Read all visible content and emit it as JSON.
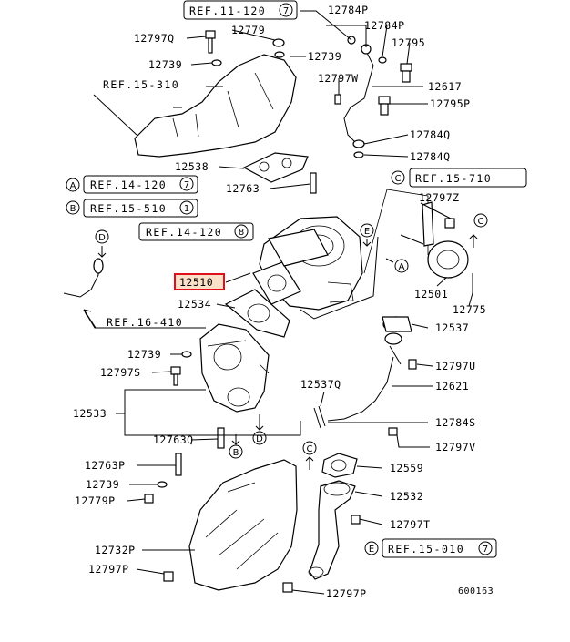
{
  "diagram_code": "600163",
  "refs": {
    "r1": "REF.11-120",
    "r1_num": "7",
    "r2": "REF.15-310",
    "r3": "REF.14-120",
    "r3_num": "7",
    "r4": "REF.15-510",
    "r4_num": "1",
    "r5": "REF.14-120",
    "r5_num": "8",
    "r6": "REF.16-410",
    "r7": "REF.15-710",
    "r8": "REF.15-010",
    "r8_num": "7"
  },
  "markers": {
    "A": "A",
    "B": "B",
    "C": "C",
    "D": "D",
    "E": "E"
  },
  "highlighted_part": "12510",
  "parts": {
    "p12784P_1": "12784P",
    "p12784P_2": "12784P",
    "p12795": "12795",
    "p12797Q": "12797Q",
    "p12779": "12779",
    "p12739_a": "12739",
    "p12739_b": "12739",
    "p12797W": "12797W",
    "p12617": "12617",
    "p12795P": "12795P",
    "p12784Q_1": "12784Q",
    "p12784Q_2": "12784Q",
    "p12538": "12538",
    "p12763": "12763",
    "p12797Z": "12797Z",
    "p12501": "12501",
    "p12775": "12775",
    "p12534": "12534",
    "p12537": "12537",
    "p12739_c": "12739",
    "p12797S": "12797S",
    "p12797U": "12797U",
    "p12537Q": "12537Q",
    "p12621": "12621",
    "p12533": "12533",
    "p12763Q": "12763Q",
    "p12784S": "12784S",
    "p12797V": "12797V",
    "p12763P": "12763P",
    "p12559": "12559",
    "p12739_d": "12739",
    "p12532": "12532",
    "p12779P": "12779P",
    "p12797T": "12797T",
    "p12732P": "12732P",
    "p12797P_a": "12797P",
    "p12797P_b": "12797P"
  }
}
